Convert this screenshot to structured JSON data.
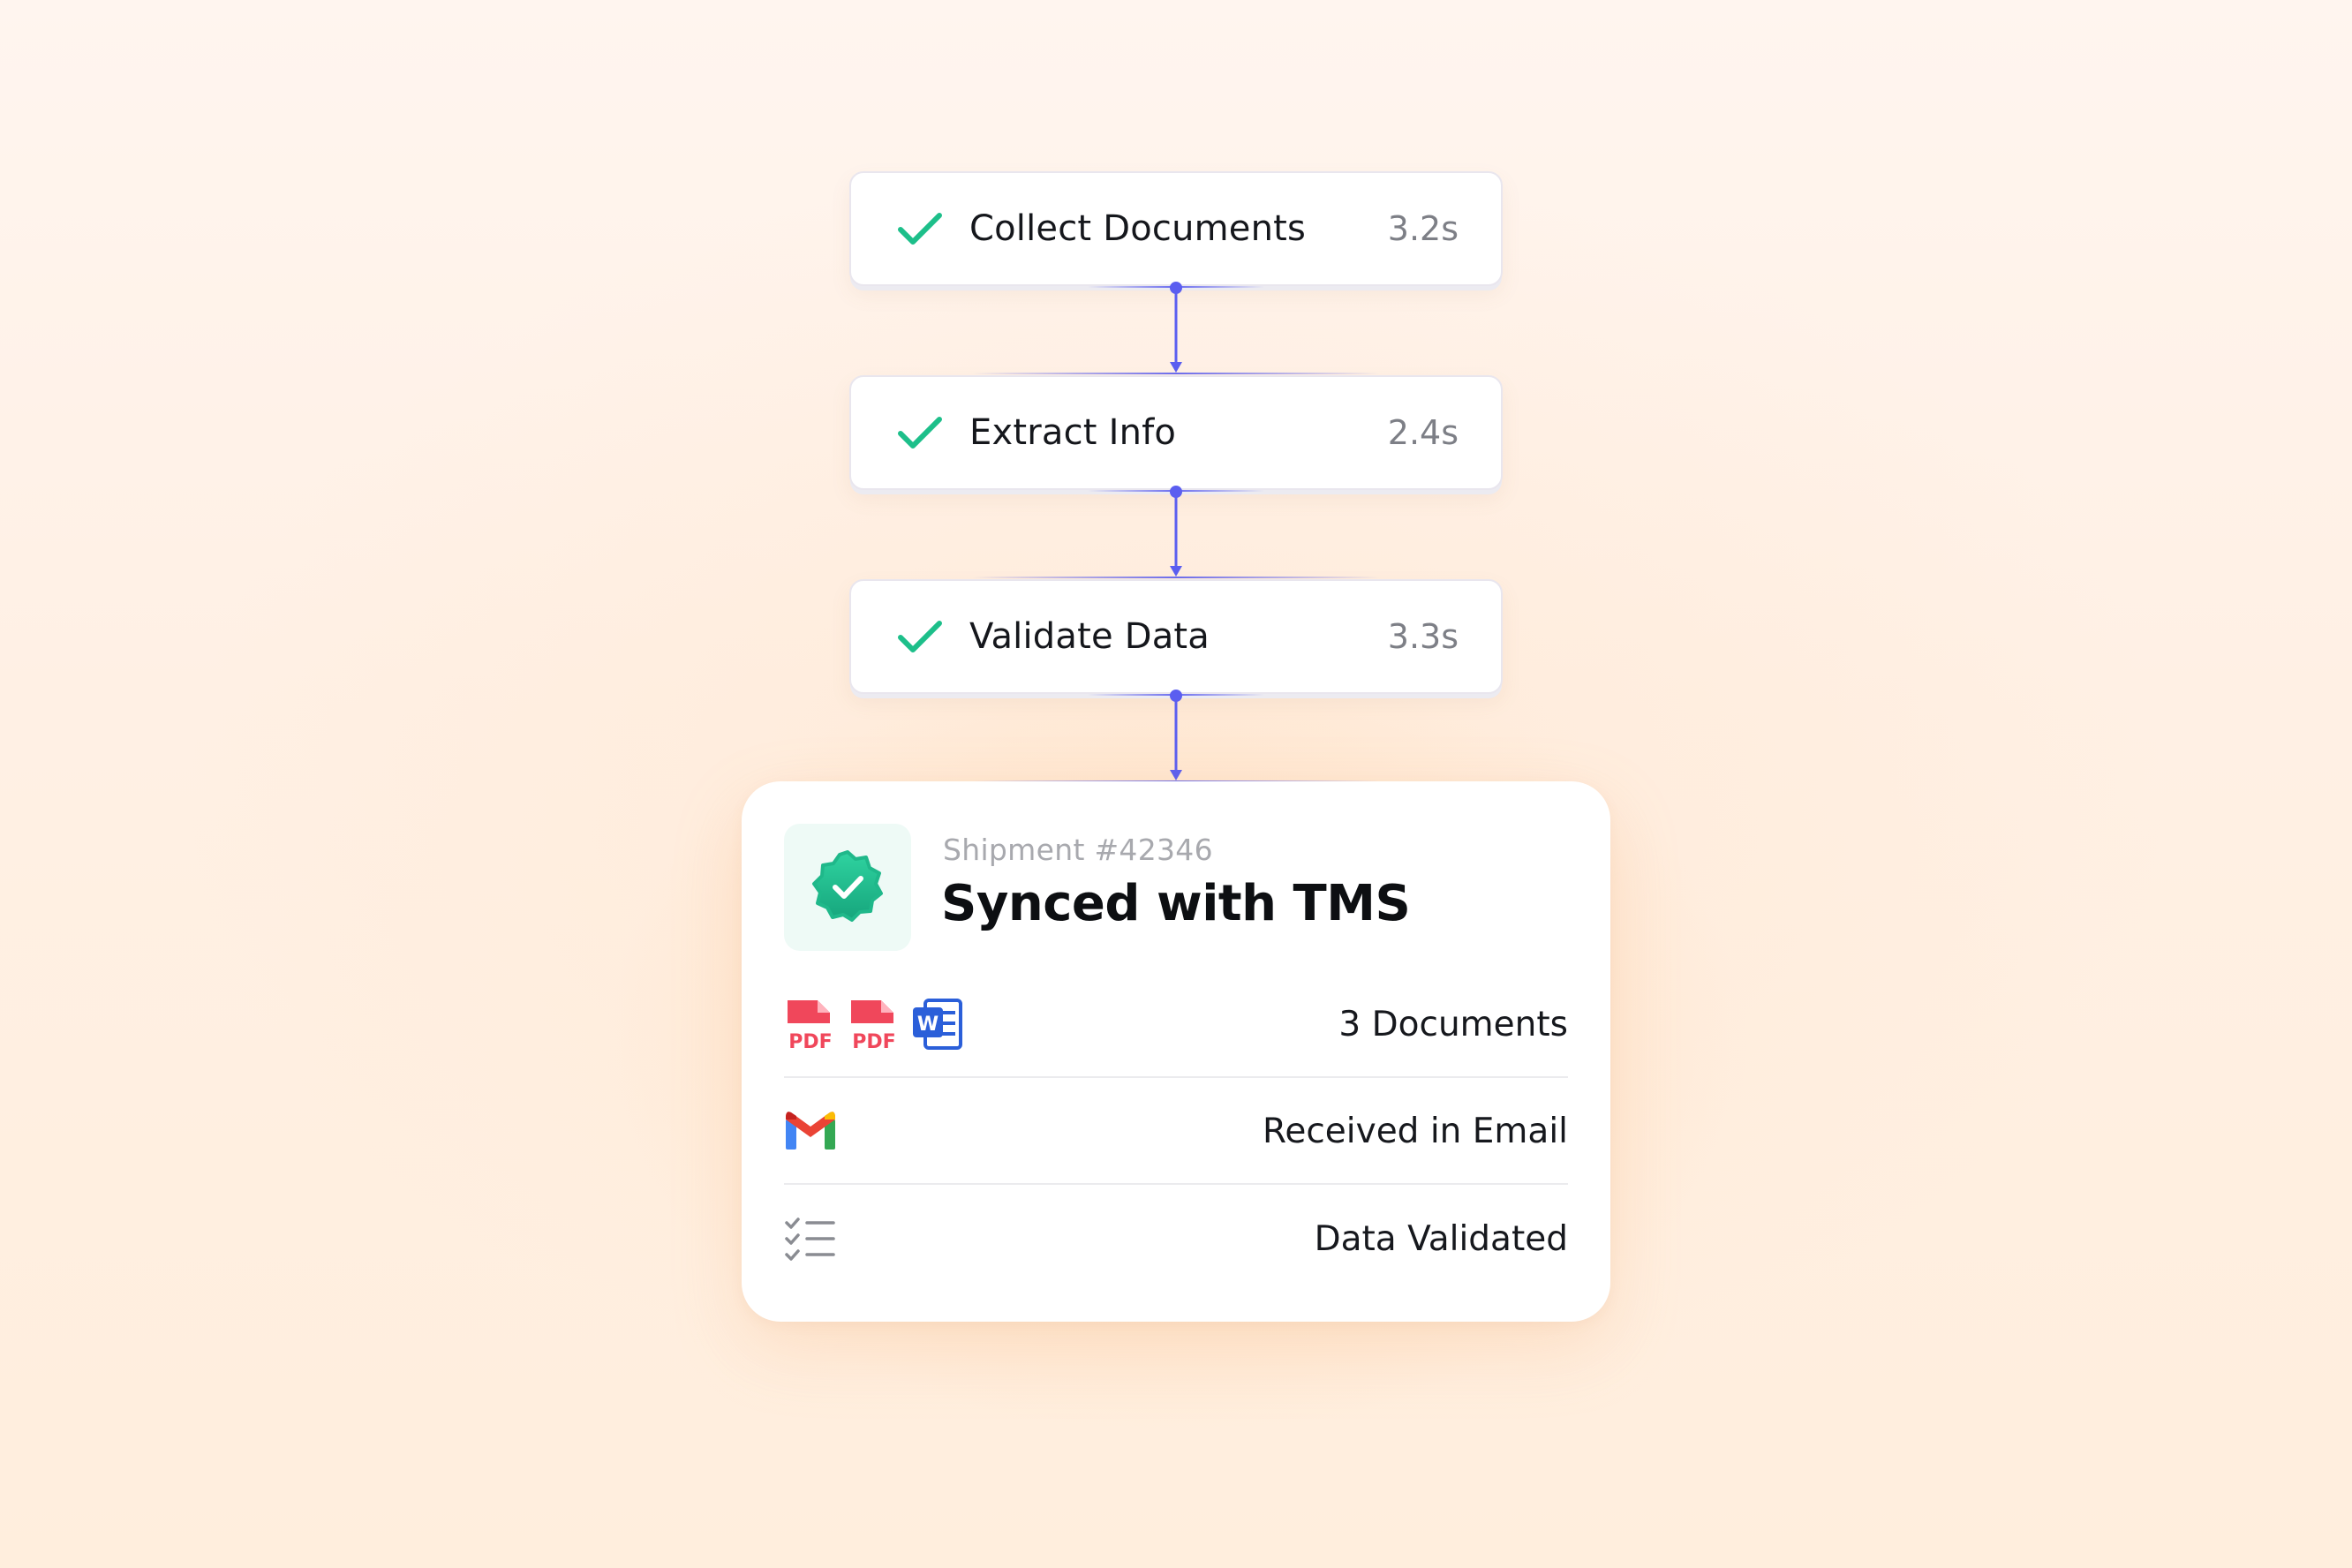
{
  "steps": [
    {
      "label": "Collect Documents",
      "time": "3.2s",
      "status_icon": "check-icon"
    },
    {
      "label": "Extract Info",
      "time": "2.4s",
      "status_icon": "check-icon"
    },
    {
      "label": "Validate Data",
      "time": "3.3s",
      "status_icon": "check-icon"
    }
  ],
  "result": {
    "shipment": "Shipment #42346",
    "title": "Synced with TMS",
    "badge_icon": "verified-badge-icon",
    "rows": [
      {
        "icons": [
          "pdf-file-icon",
          "pdf-file-icon",
          "word-file-icon"
        ],
        "text": "3 Documents"
      },
      {
        "icons": [
          "gmail-icon"
        ],
        "text": "Received in Email"
      },
      {
        "icons": [
          "checklist-icon"
        ],
        "text": "Data Validated"
      }
    ]
  },
  "file_labels": {
    "pdf": "PDF",
    "word": "W"
  },
  "colors": {
    "check_green": "#1dbf8a",
    "connector": "#5b5ef0",
    "badge_green": "#1fb88a",
    "pdf_red": "#f0475b",
    "word_blue": "#2b5fd9",
    "gmail_red": "#ea4335",
    "gmail_blue": "#4285f4",
    "gmail_green": "#34a853",
    "gmail_yellow": "#fbbc04"
  }
}
